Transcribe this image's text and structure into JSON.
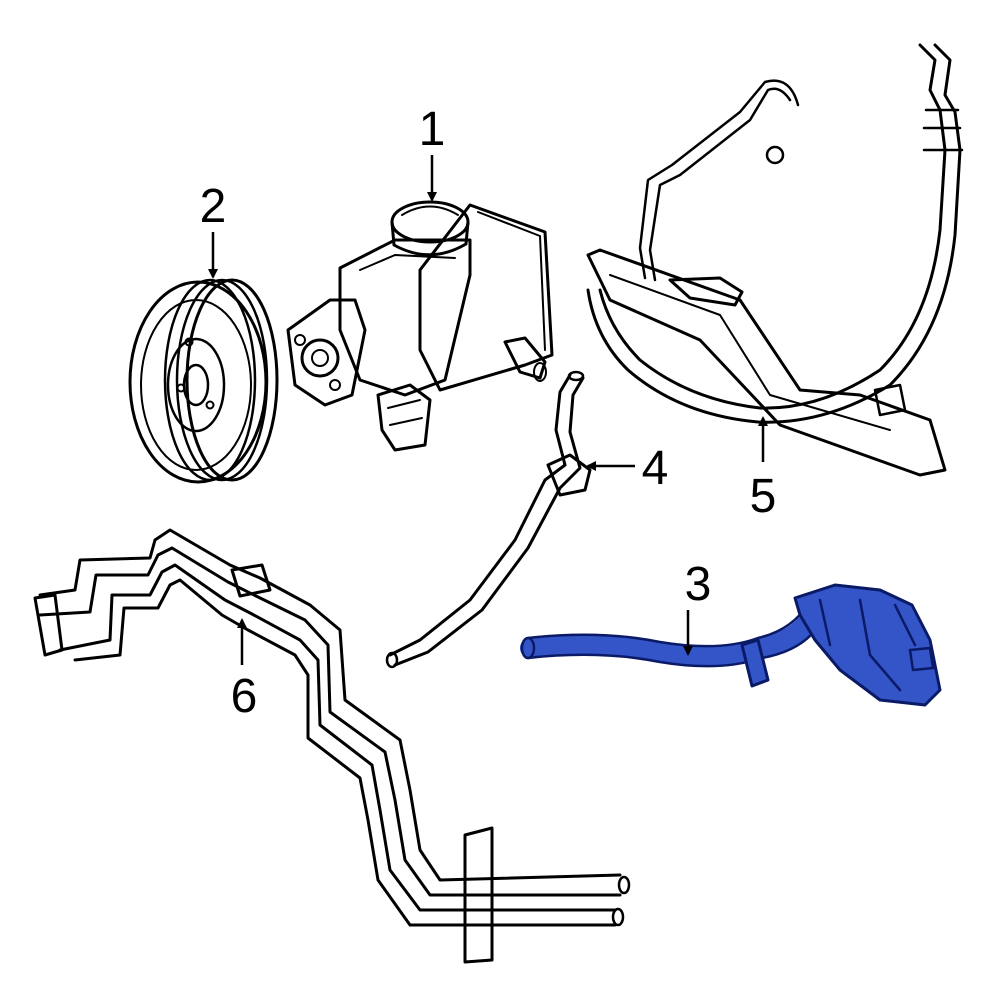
{
  "colors": {
    "line": "#000000",
    "background": "#ffffff",
    "highlight_fill": "#3355c8",
    "highlight_stroke": "#0a1a66"
  },
  "highlighted_part": "3",
  "callouts": [
    {
      "id": "1",
      "label": "1"
    },
    {
      "id": "2",
      "label": "2"
    },
    {
      "id": "3",
      "label": "3"
    },
    {
      "id": "4",
      "label": "4"
    },
    {
      "id": "5",
      "label": "5"
    },
    {
      "id": "6",
      "label": "6"
    }
  ],
  "parts": [
    {
      "callout": "1",
      "name": "power-steering-pump"
    },
    {
      "callout": "2",
      "name": "pulley"
    },
    {
      "callout": "3",
      "name": "reservoir-hose"
    },
    {
      "callout": "4",
      "name": "return-hose"
    },
    {
      "callout": "5",
      "name": "pressure-hose"
    },
    {
      "callout": "6",
      "name": "cooler-lines"
    }
  ]
}
